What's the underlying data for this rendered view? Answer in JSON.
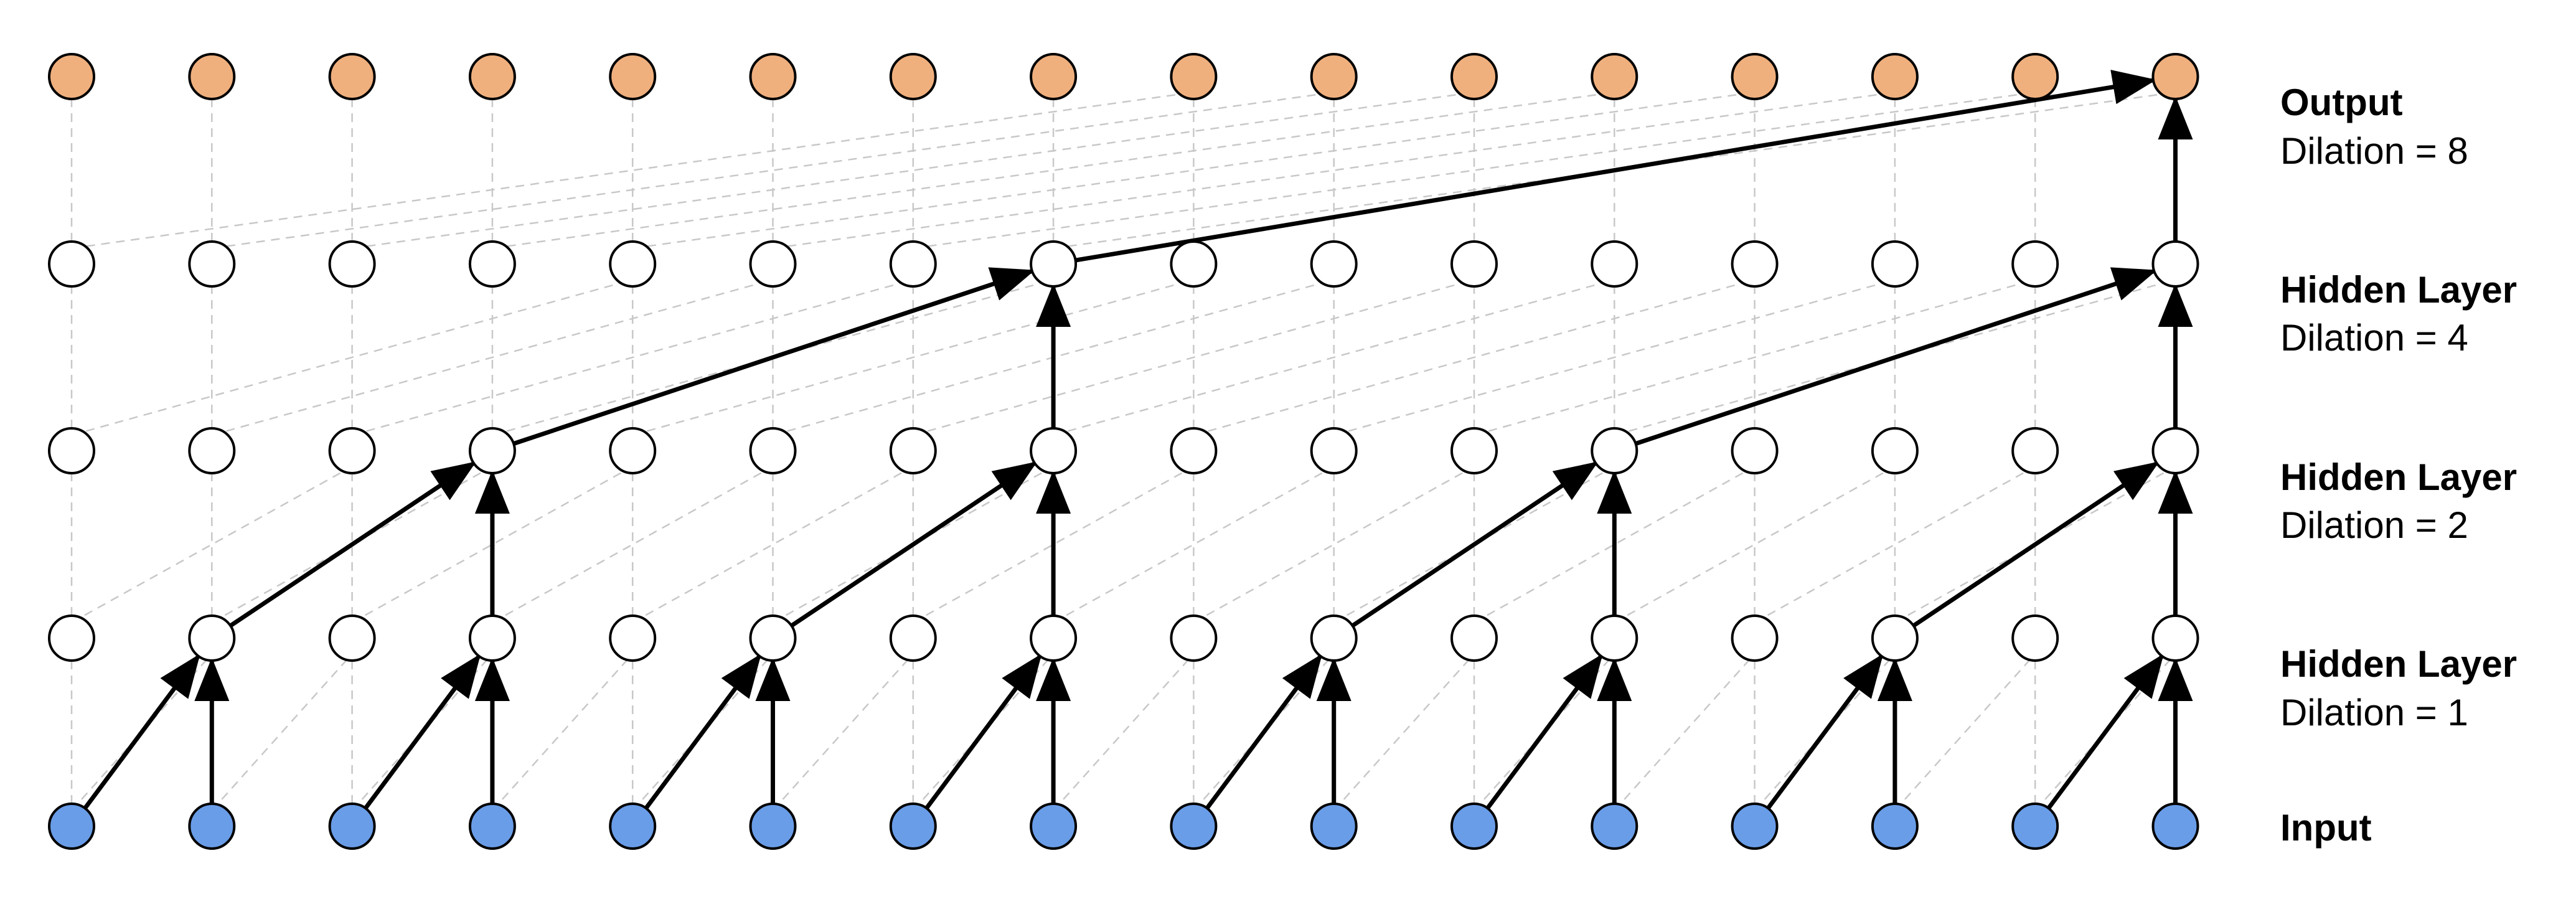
{
  "layers": [
    {
      "id": "output",
      "title": "Output",
      "subtitle": "Dilation = 8",
      "fill": "#f0b07e",
      "dilation": 8
    },
    {
      "id": "hidden-3",
      "title": "Hidden Layer",
      "subtitle": "Dilation = 4",
      "fill": "#ffffff",
      "dilation": 4
    },
    {
      "id": "hidden-2",
      "title": "Hidden Layer",
      "subtitle": "Dilation = 2",
      "fill": "#ffffff",
      "dilation": 2
    },
    {
      "id": "hidden-1",
      "title": "Hidden Layer",
      "subtitle": "Dilation = 1",
      "fill": "#ffffff",
      "dilation": 1
    },
    {
      "id": "input",
      "title": "Input",
      "subtitle": "",
      "fill": "#6a9de8",
      "dilation": 0
    }
  ],
  "nodes_per_layer": 16,
  "colors": {
    "input_fill": "#6a9de8",
    "output_fill": "#f0b07e",
    "hidden_fill": "#ffffff",
    "node_stroke": "#000000",
    "active_edge": "#000000",
    "faint_edge": "#c8c8c8"
  }
}
